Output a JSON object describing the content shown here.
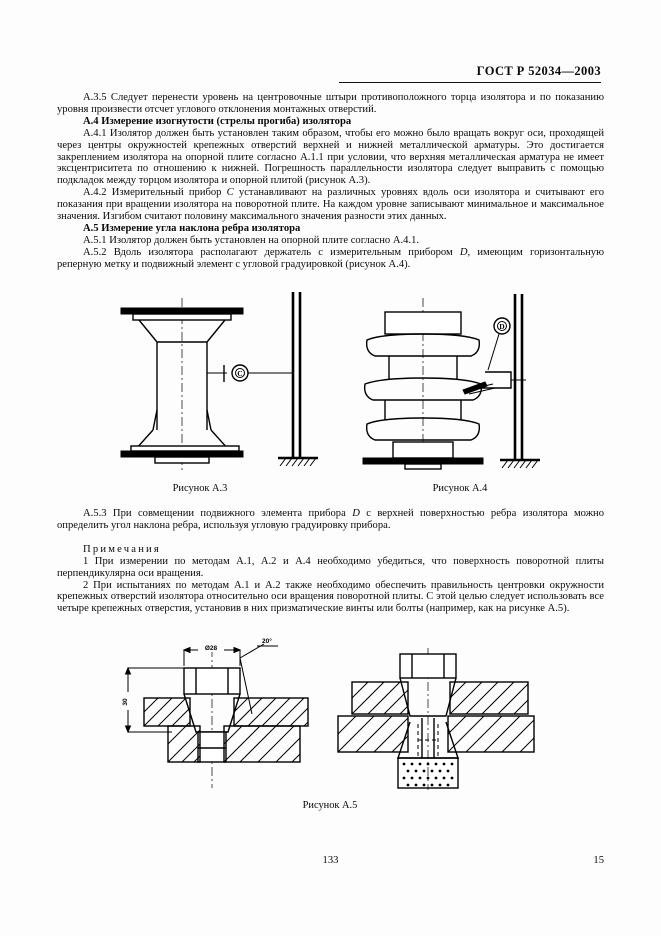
{
  "document": {
    "standard_header": "ГОСТ Р 52034—2003",
    "page_number_center": "133",
    "page_number_right": "15"
  },
  "body": {
    "p_a35": "А.3.5  Следует перенести уровень на центровочные штыри противоположного торца изолятора и по показанию уровня произвести отсчет углового отклонения монтажных отверстий.",
    "h_a4": "А.4  Измерение изогнутости (стрелы прогиба) изолятора",
    "p_a41": "А.4.1  Изолятор должен быть установлен таким образом, чтобы его можно было вращать вокруг оси, проходящей через центры окружностей крепежных отверстий верхней и нижней металлической арматуры. Это достигается закреплением изолятора на опорной плите согласно А.1.1 при условии, что верхняя металлическая арматура не имеет эксцентриситета по отношению к нижней. Погрешность параллельности изолятора следует выправить с помощью подкладок между торцом изолятора и опорной плитой (рисунок А.3).",
    "p_a42_pre": "А.4.2  Измерительный прибор ",
    "p_a42_sym": "C",
    "p_a42_post": " устанавливают на различных уровнях вдоль оси изолятора и считывают его показания при вращении изолятора на поворотной плите. На каждом уровне записывают минимальное и максимальное значения. Изгибом считают половину максимального значения разности этих данных.",
    "h_a5": "А.5  Измерение угла наклона ребра изолятора",
    "p_a51": "А.5.1  Изолятор должен быть установлен на опорной плите согласно А.4.1.",
    "p_a52_pre": "А.5.2  Вдоль изолятора располагают держатель с измерительным прибором ",
    "p_a52_sym": "D",
    "p_a52_post": ", имеющим горизонтальную реперную метку и подвижный элемент с угловой градуировкой (рисунок А.4).",
    "p_a53_pre": "А.5.3  При совмещении подвижного элемента прибора ",
    "p_a53_sym": "D",
    "p_a53_post": " с верхней поверхностью ребра изолятора можно определить угол наклона ребра, используя угловую градуировку прибора.",
    "notes_title": "Примечания",
    "note_1": "1  При измерении по методам А.1, А.2 и А.4 необходимо убедиться, что поверхность поворотной плиты перпендикулярна оси вращения.",
    "note_2": "2  При испытаниях по методам А.1 и А.2 также необходимо обеспечить правильность центровки окружности крепежных отверстий изолятора относительно оси вращения поворотной плиты. С этой целью следует использовать все четыре крепежных отверстия, установив в них призматические винты или болты (например, как на рисунке А.5)."
  },
  "figures": {
    "fig_a3": {
      "caption": "Рисунок А.3",
      "device_marker": "C"
    },
    "fig_a4": {
      "caption": "Рисунок А.4",
      "device_marker": "D"
    },
    "fig_a5": {
      "caption": "Рисунок А.5",
      "dim_diameter": "Ø28",
      "dim_angle": "20°",
      "dim_height": "30"
    }
  }
}
